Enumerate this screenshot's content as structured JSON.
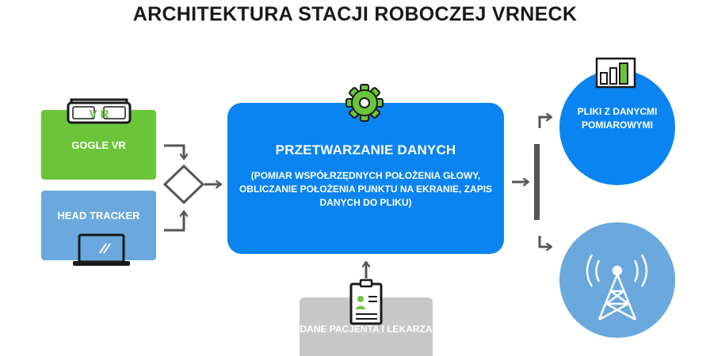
{
  "title": "ARCHITEKTURA STACJI ROBOCZEJ VRNECK",
  "nodes": {
    "vr": {
      "label": "GOGLE VR",
      "goggles_text": "V  R"
    },
    "head_tracker": {
      "label": "HEAD TRACKER"
    },
    "processing": {
      "title": "PRZETWARZANIE DANYCH",
      "description": "(POMIAR WSPÓŁRZĘDNYCH POŁOŻENIA GŁOWY, OBLICZANIE POŁOŻENIA PUNKTU NA EKRANIE, ZAPIS DANYCH DO PLIKU)"
    },
    "patient": {
      "label": "DANE PACJENTA I LEKARZA"
    },
    "files": {
      "label": "PLIKI Z DANYCMI POMIAROWYMI"
    }
  },
  "icons": [
    "vr-goggles-icon",
    "laptop-icon",
    "gear-icon",
    "clipboard-icon",
    "bar-chart-icon",
    "antenna-tower-icon"
  ],
  "colors": {
    "green": "#6ac539",
    "blue": "#0a84f0",
    "light_blue": "#6aa8dd",
    "gray": "#c8c8c8",
    "arrow": "#555555"
  }
}
